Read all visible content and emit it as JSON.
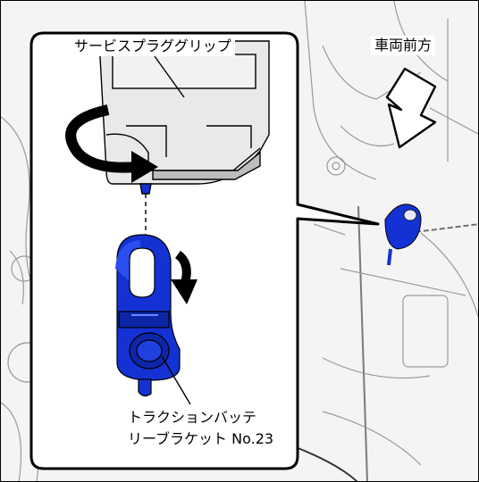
{
  "labels": {
    "service_plug_grip": "サービスプラグ",
    "service_plug_grip_b": "グリップ",
    "vehicle_front": "車両前方",
    "bracket_line1": "トラクションバッテ",
    "bracket_line2": "リーブラケット No.23"
  },
  "colors": {
    "part_blue": "#1432d4",
    "background": "#f2f2f2",
    "outline": "#000000"
  },
  "icons": {
    "rotation": "curved-arrow-icon",
    "direction": "down-arrow-icon"
  }
}
